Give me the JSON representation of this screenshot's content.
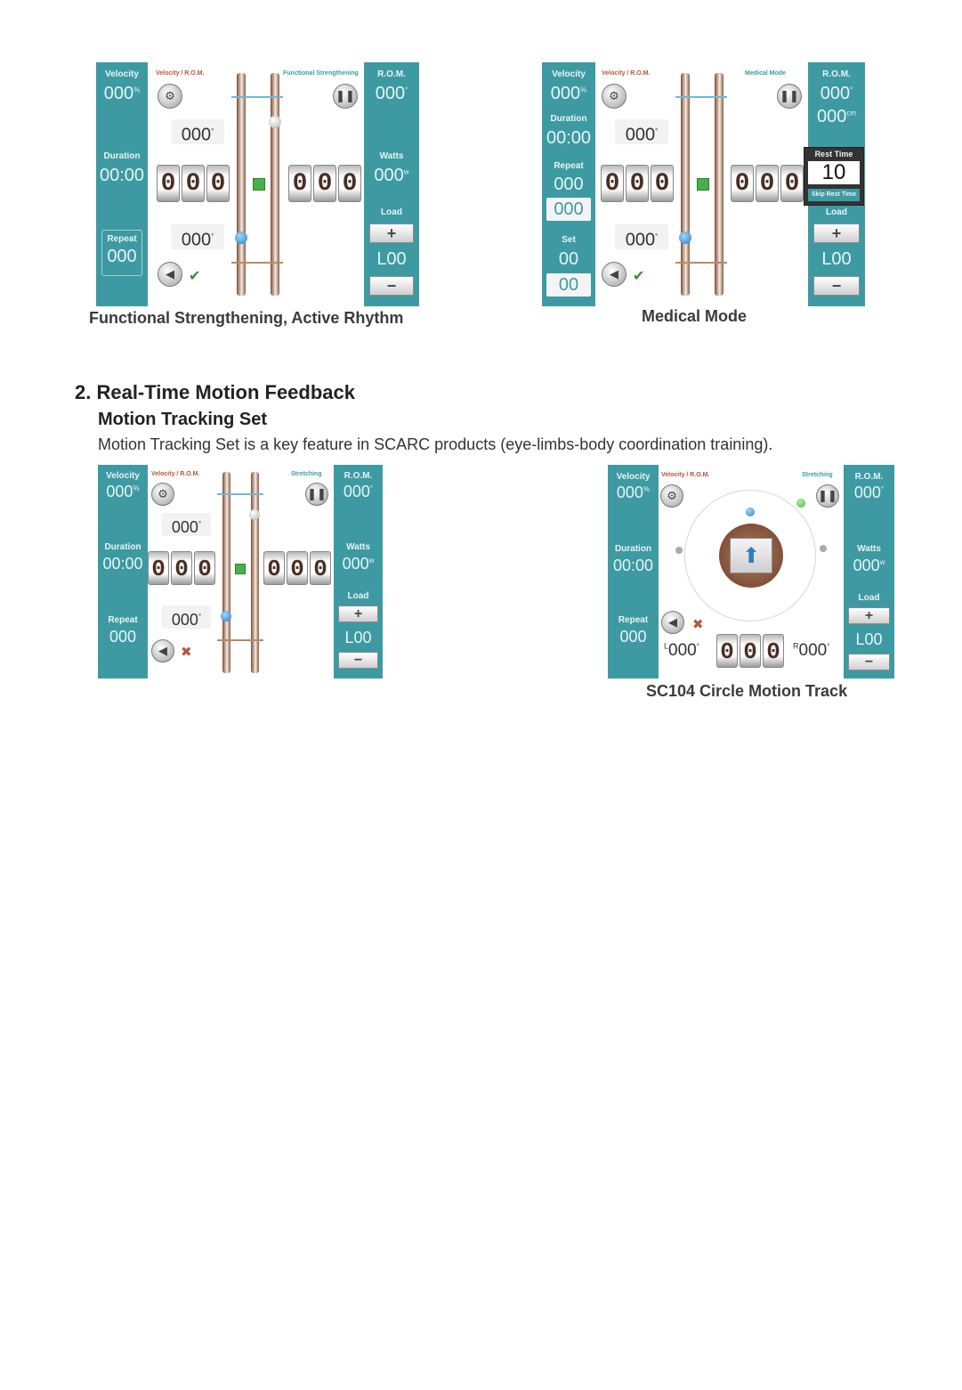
{
  "panel1": {
    "velocity_label": "Velocity",
    "velocity_value": "000",
    "velocity_unit": "%",
    "duration_label": "Duration",
    "duration_value": "00:00",
    "repeat_label": "Repeat",
    "repeat_value": "000",
    "top_left_small": "Velocity / R.O.M.",
    "top_right_small": "Functional Strengthening",
    "rom_label": "R.O.M.",
    "rom_value": "000",
    "rom_unit": "°",
    "watts_label": "Watts",
    "watts_value": "000",
    "watts_unit": "w",
    "load_label": "Load",
    "load_value": "L00",
    "angle_top": "000",
    "angle_bottom": "000",
    "deg": "°",
    "left_digits": [
      "0",
      "0",
      "0"
    ],
    "right_digits": [
      "0",
      "0",
      "0"
    ],
    "caption": "Functional Strengthening, Active Rhythm"
  },
  "panel2": {
    "velocity_label": "Velocity",
    "velocity_value": "000",
    "velocity_unit": "%",
    "duration_label": "Duration",
    "duration_value": "00:00",
    "repeat_label": "Repeat",
    "repeat_value": "000",
    "repeat_value2": "000",
    "set_label": "Set",
    "set_value": "00",
    "set_value2": "00",
    "top_left_small": "Velocity / R.O.M.",
    "top_right_small": "Medical Mode",
    "rom_label": "R.O.M.",
    "rom_value": "000",
    "rom_value2": "000",
    "rom_unit": "°",
    "rom_unit2": "cm",
    "rest_label": "Rest Time",
    "rest_value": "10",
    "skip_label": "Skip Rest Time",
    "load_label": "Load",
    "load_value": "L00",
    "angle_top": "000",
    "angle_bottom": "000",
    "deg": "°",
    "left_digits": [
      "0",
      "0",
      "0"
    ],
    "right_digits": [
      "0",
      "0",
      "0"
    ],
    "caption": "Medical Mode"
  },
  "section": {
    "heading": "2. Real-Time Motion Feedback",
    "subheading": "Motion Tracking Set",
    "paragraph": "Motion Tracking Set is a key feature in SCARC products (eye-limbs-body coordination training)."
  },
  "panel3": {
    "velocity_label": "Velocity",
    "velocity_value": "000",
    "velocity_unit": "%",
    "duration_label": "Duration",
    "duration_value": "00:00",
    "repeat_label": "Repeat",
    "repeat_value": "000",
    "top_left_small": "Velocity / R.O.M.",
    "top_right_small": "Stretching",
    "rom_label": "R.O.M.",
    "rom_value": "000",
    "rom_unit": "°",
    "watts_label": "Watts",
    "watts_value": "000",
    "watts_unit": "w",
    "load_label": "Load",
    "load_value": "L00",
    "angle_top": "000",
    "angle_bottom": "000",
    "deg": "°",
    "left_digits": [
      "0",
      "0",
      "0"
    ],
    "right_digits": [
      "0",
      "0",
      "0"
    ]
  },
  "panel4": {
    "velocity_label": "Velocity",
    "velocity_value": "000",
    "velocity_unit": "%",
    "duration_label": "Duration",
    "duration_value": "00:00",
    "repeat_label": "Repeat",
    "repeat_value": "000",
    "top_left_small": "Velocity / R.O.M.",
    "top_right_small": "Stretching",
    "rom_label": "R.O.M.",
    "rom_value": "000",
    "rom_unit": "°",
    "watts_label": "Watts",
    "watts_value": "000",
    "watts_unit": "w",
    "load_label": "Load",
    "load_value": "L00",
    "left_prefix": "L",
    "left_value": "000",
    "right_prefix": "R",
    "right_value": "000",
    "deg": "°",
    "digits": [
      "0",
      "0",
      "0"
    ],
    "caption": "SC104 Circle Motion Track"
  },
  "icons": {
    "settings": "gear-icon",
    "pause": "pause-icon",
    "plus": "plus-icon",
    "minus": "minus-icon",
    "sound": "speaker-icon",
    "pedal": "pedal-icon",
    "arrow": "arrow-up-icon"
  },
  "colors": {
    "teal": "#3e9aa2",
    "rail": "#8a5a44",
    "green": "#46b04a",
    "blue": "#2a7fc0"
  }
}
